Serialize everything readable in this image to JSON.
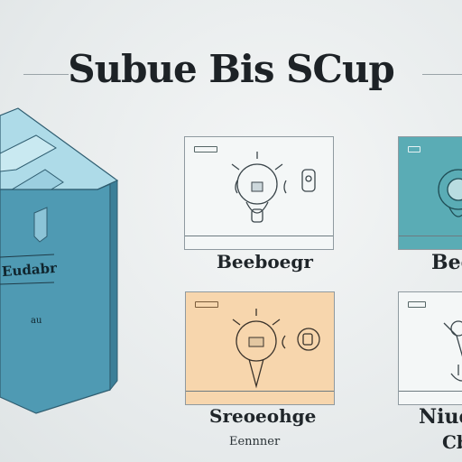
{
  "header": {
    "title": "Subue Bis SCup"
  },
  "box": {
    "label_main": "Eudabr",
    "label_small": "au"
  },
  "cards": [
    {
      "caption": "Beeboegr",
      "color": "#f4f7f7"
    },
    {
      "caption": "Beo",
      "color": "#5aacb5"
    },
    {
      "caption": "Sreoeohge",
      "sub": "Eennner",
      "color": "#f7d6ad"
    },
    {
      "caption": "Niue",
      "sub": "Cb",
      "color": "#f4f7f7"
    }
  ],
  "colors": {
    "box_front": "#4f9ab3",
    "box_top": "#aedbe8",
    "box_side": "#3c7f98",
    "accent_teal": "#5aacb5",
    "accent_peach": "#f7d6ad"
  }
}
